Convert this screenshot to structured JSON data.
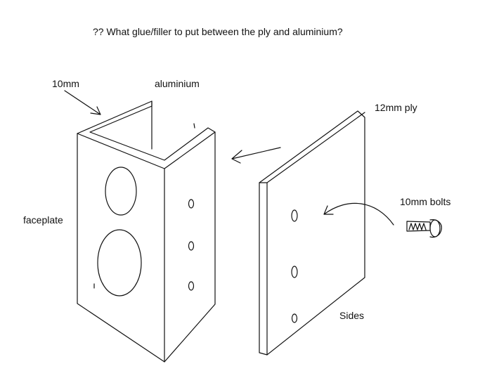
{
  "question": "?? What glue/filler to put between the ply and aluminium?",
  "labels": {
    "thickness": "10mm",
    "aluminium": "aluminium",
    "ply": "12mm ply",
    "faceplate": "faceplate",
    "bolts": "10mm bolts",
    "sides": "Sides"
  },
  "colors": {
    "ink": "#111111",
    "background": "#ffffff"
  }
}
